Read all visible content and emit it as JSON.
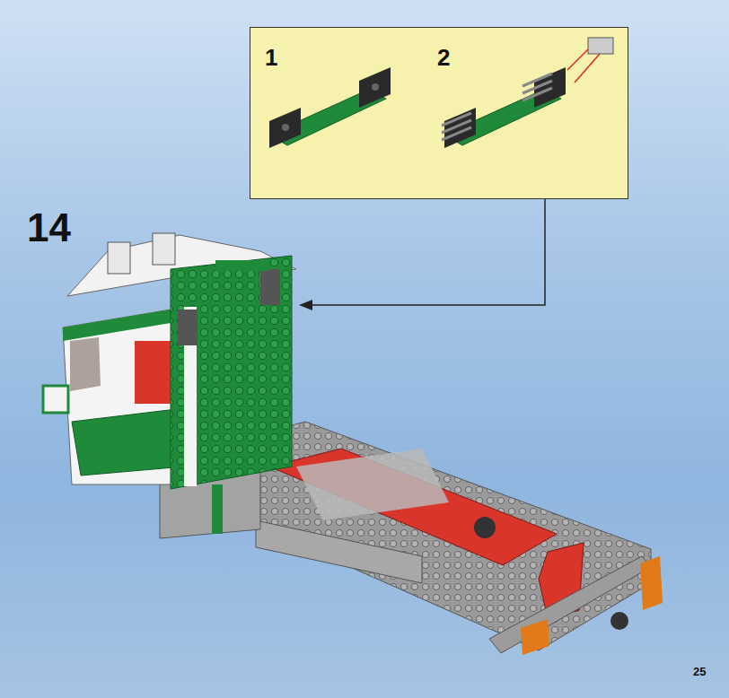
{
  "diagram": {
    "nodes": [
      {
        "text": [
          "1",
          "2"
        ]
      }
    ],
    "labels": [
      "14",
      "25"
    ]
  }
}
